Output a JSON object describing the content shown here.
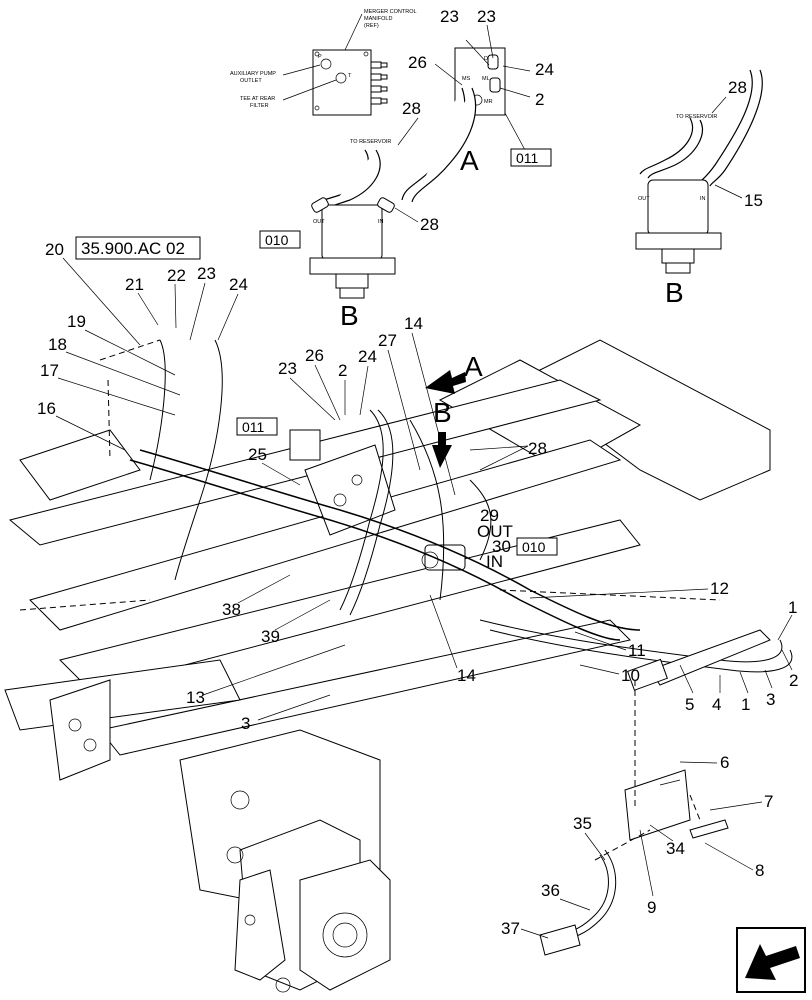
{
  "inset_manifold": {
    "title_lines": [
      "MERGER CONTROL",
      "MANIFOLD",
      "(REF)"
    ],
    "port_p": "P",
    "port_t": "T",
    "aux_label_lines": [
      "AUXILIARY PUMP",
      "OUTLET"
    ],
    "tee_label_lines": [
      "TEE AT REAR",
      "FILTER"
    ]
  },
  "inset_valve": {
    "port_d": "D",
    "port_ms": "MS",
    "port_ml": "ML",
    "port_mr": "MR",
    "ref_box": "011",
    "callouts": [
      "23",
      "23",
      "24",
      "26",
      "2",
      "28",
      "28"
    ]
  },
  "view_a": {
    "letter": "A",
    "to_reservoir": "TO RESERVOIR",
    "out_label": "OUT",
    "in_label": "IN"
  },
  "view_b_left": {
    "letter": "B",
    "ref_box": "010"
  },
  "view_b_right": {
    "letter": "B",
    "to_reservoir": "TO RESERVOIR",
    "out_label": "OUT",
    "in_label": "IN",
    "callouts": [
      "28",
      "15"
    ]
  },
  "ref_section": "35.900.AC 02",
  "main_refs": {
    "box_011": "011",
    "box_010": "010",
    "arrow_a": "A",
    "arrow_b": "B",
    "out_label": "OUT",
    "in_label": "IN"
  },
  "callouts_main": [
    "20",
    "21",
    "22",
    "23",
    "24",
    "19",
    "18",
    "17",
    "16",
    "23",
    "26",
    "2",
    "24",
    "27",
    "14",
    "28",
    "25",
    "29",
    "30",
    "38",
    "39",
    "13",
    "3",
    "14",
    "12",
    "11",
    "10",
    "1",
    "5",
    "4",
    "1",
    "3",
    "2",
    "6",
    "7",
    "8",
    "34",
    "9",
    "35",
    "36",
    "37"
  ],
  "nav_icon": "exit-arrow-icon"
}
